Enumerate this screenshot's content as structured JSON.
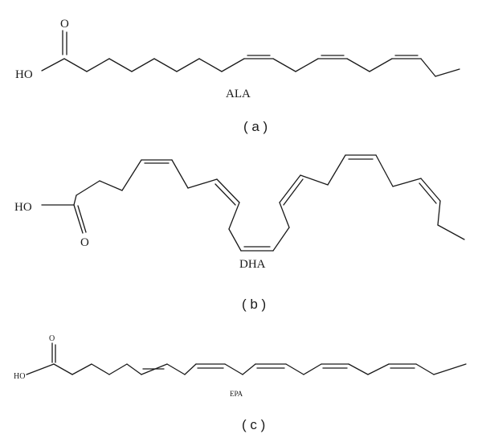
{
  "figure": {
    "panels": [
      {
        "id": "a",
        "molecule": "ALA",
        "caption": "( a )",
        "acid_oxygen": "O",
        "acid_hydroxyl": "HO"
      },
      {
        "id": "b",
        "molecule": "DHA",
        "caption": "( b )",
        "acid_oxygen": "O",
        "acid_hydroxyl": "HO"
      },
      {
        "id": "c",
        "molecule": "EPA",
        "caption": "( c )",
        "acid_oxygen": "O",
        "acid_hydroxyl": "HO"
      }
    ]
  }
}
